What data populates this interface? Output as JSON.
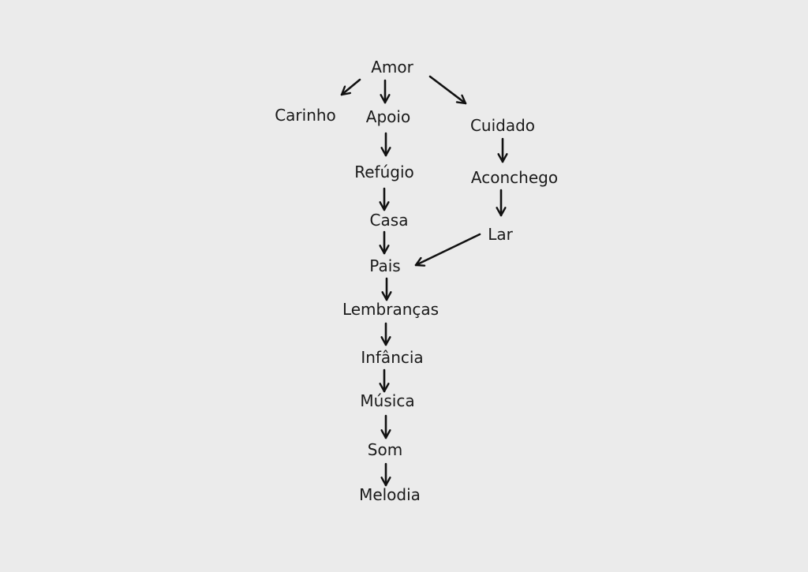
{
  "colors": {
    "background": "#ebebeb",
    "text": "#1a1a1a",
    "arrow": "#111111"
  },
  "nodes": {
    "amor": "Amor",
    "carinho": "Carinho",
    "apoio": "Apoio",
    "cuidado": "Cuidado",
    "refugio": "Refúgio",
    "aconchego": "Aconchego",
    "casa": "Casa",
    "lar": "Lar",
    "pais": "Pais",
    "lembrancas": "Lembranças",
    "infancia": "Infância",
    "musica": "Música",
    "som": "Som",
    "melodia": "Melodia"
  },
  "edges": [
    {
      "from": "amor",
      "to": "carinho"
    },
    {
      "from": "amor",
      "to": "apoio"
    },
    {
      "from": "amor",
      "to": "cuidado"
    },
    {
      "from": "apoio",
      "to": "refugio"
    },
    {
      "from": "refugio",
      "to": "casa"
    },
    {
      "from": "casa",
      "to": "pais"
    },
    {
      "from": "cuidado",
      "to": "aconchego"
    },
    {
      "from": "aconchego",
      "to": "lar"
    },
    {
      "from": "lar",
      "to": "pais"
    },
    {
      "from": "pais",
      "to": "lembrancas"
    },
    {
      "from": "lembrancas",
      "to": "infancia"
    },
    {
      "from": "infancia",
      "to": "musica"
    },
    {
      "from": "musica",
      "to": "som"
    },
    {
      "from": "som",
      "to": "melodia"
    }
  ]
}
